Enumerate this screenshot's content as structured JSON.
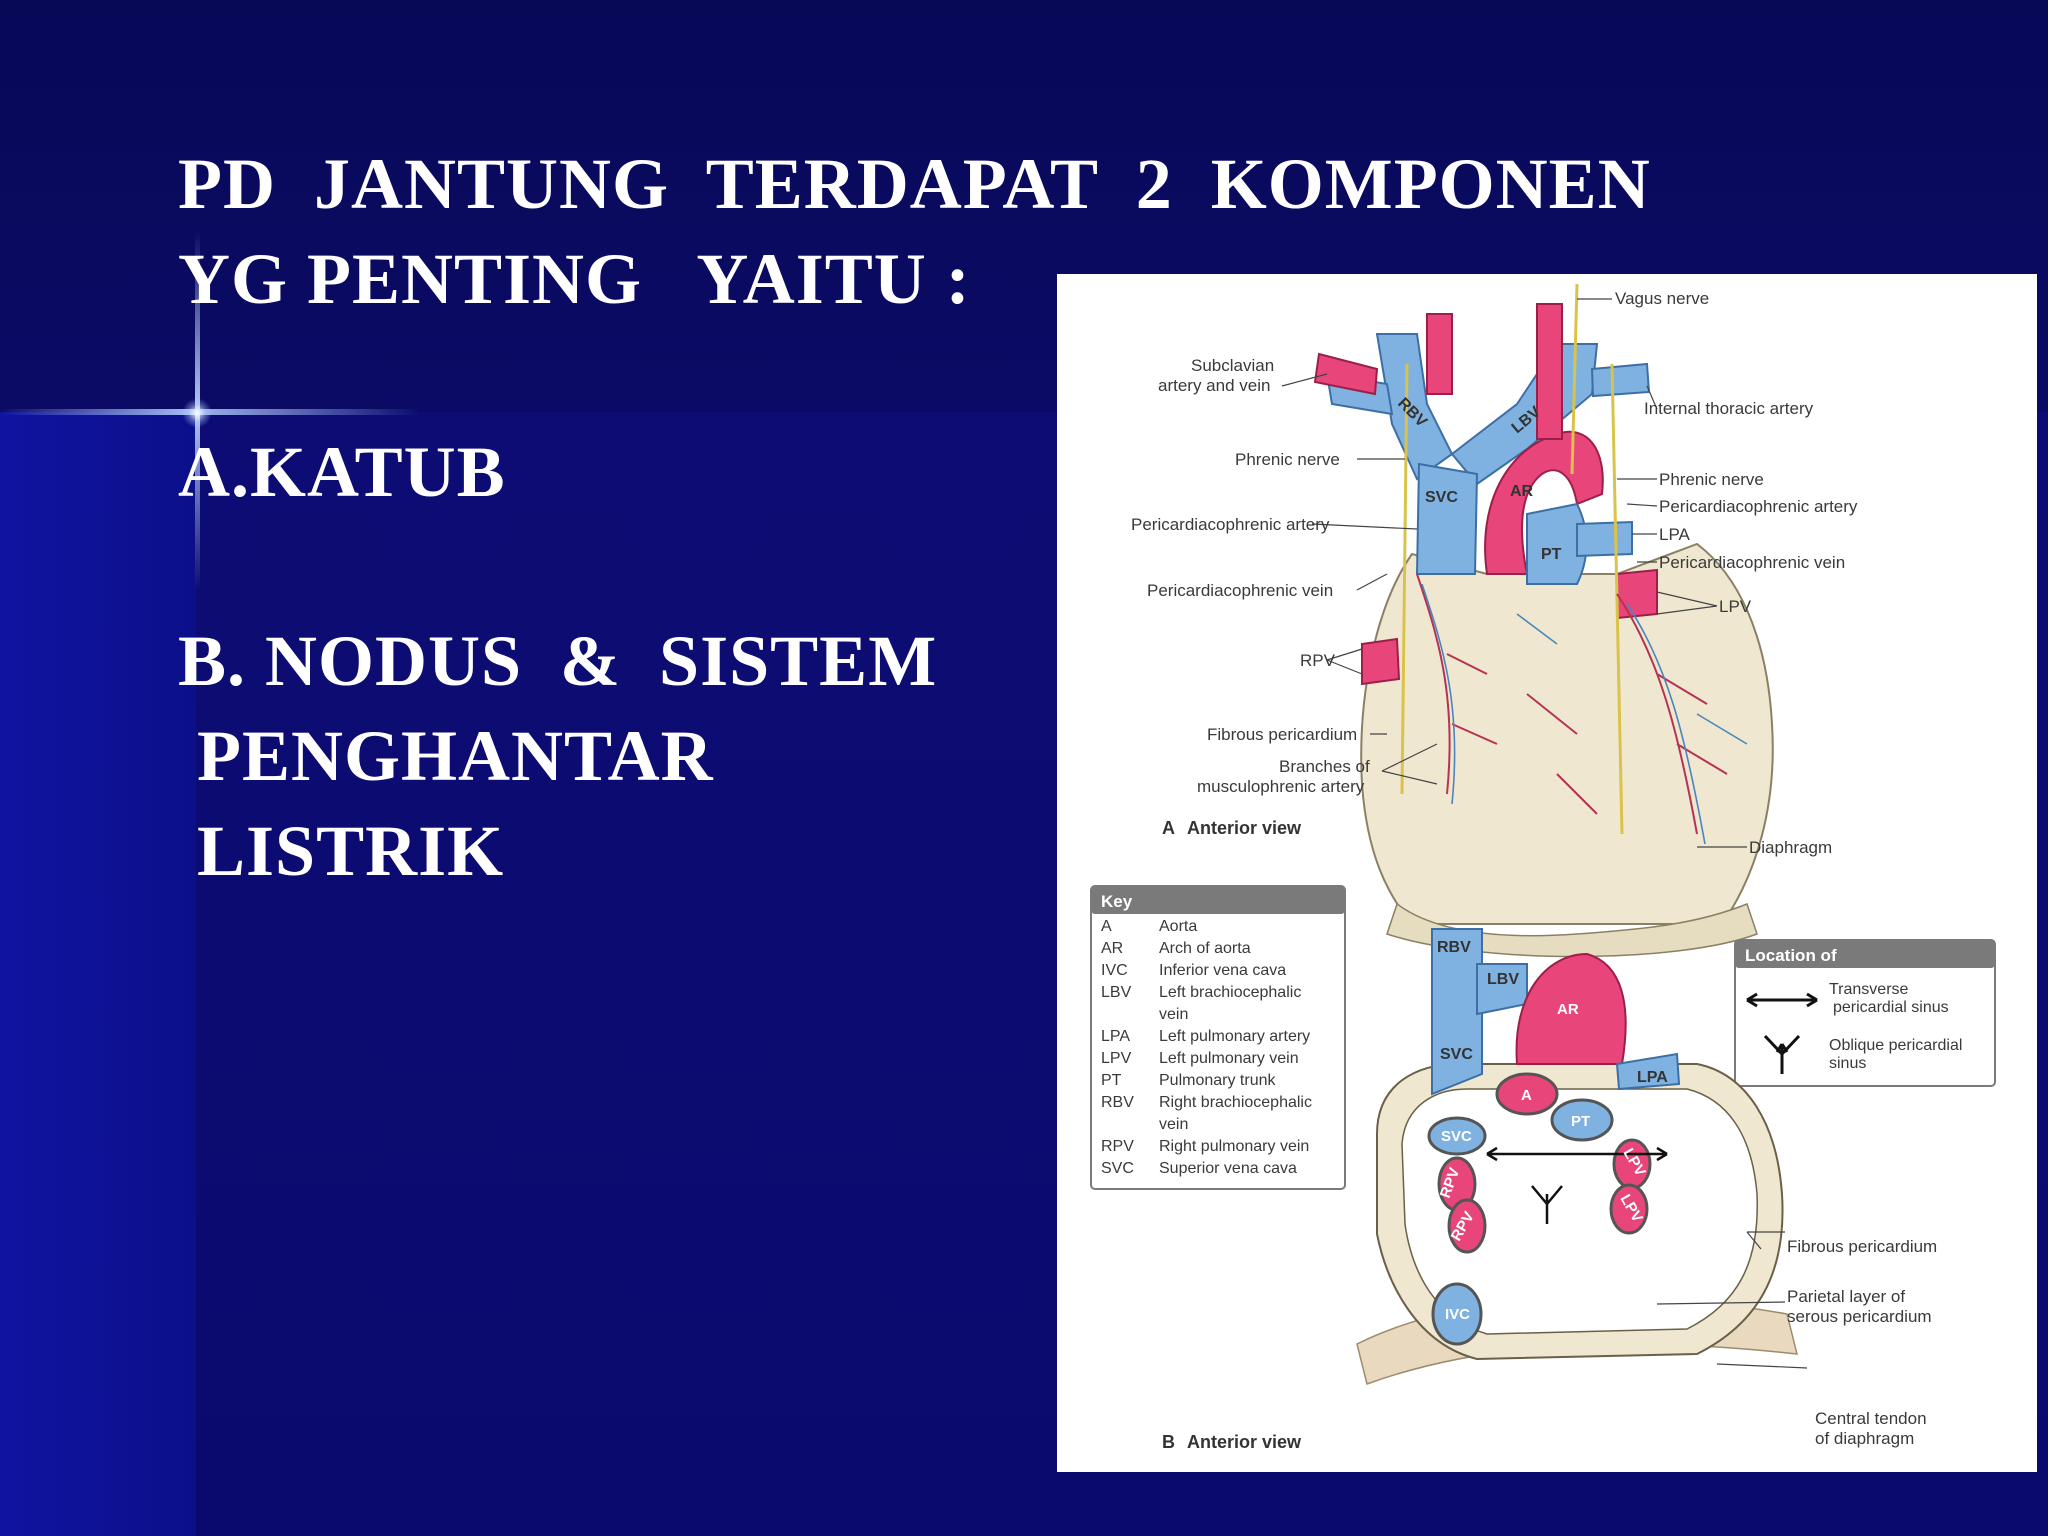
{
  "slide": {
    "title_line1": "PD  JANTUNG  TERDAPAT  2  KOMPONEN",
    "title_line2": "YG PENTING   YAITU :",
    "item_a": "A.KATUB",
    "item_b_line1": "B. NODUS  &  SISTEM",
    "item_b_line2": " PENGHANTAR",
    "item_b_line3": " LISTRIK"
  },
  "figure": {
    "labels_a": {
      "vagus": "Vagus nerve",
      "subclavian1": "Subclavian",
      "subclavian2": "artery and vein",
      "internal_thoracic": "Internal thoracic artery",
      "phrenic_left": "Phrenic nerve",
      "phrenic_right": "Phrenic nerve",
      "pericardiacophrenic_artery_right": "Pericardiacophrenic artery",
      "pericardiacophrenic_artery_left": "Pericardiacophrenic artery",
      "lpa": "LPA",
      "pericardiacophrenic_vein_right": "Pericardiacophrenic vein",
      "pericardiacophrenic_vein_left": "Pericardiacophrenic vein",
      "lpv": "LPV",
      "rpv": "RPV",
      "fibrous_pericardium": "Fibrous pericardium",
      "branches1": "Branches of",
      "branches2": "musculophrenic artery",
      "diaphragm": "Diaphragm",
      "rbv": "RBV",
      "lbv": "LBV",
      "svc": "SVC",
      "ar": "AR",
      "pt": "PT"
    },
    "caption_a_letter": "A",
    "caption_a": "Anterior view",
    "key": {
      "title": "Key",
      "entries": [
        {
          "abbr": "A",
          "meaning": "Aorta"
        },
        {
          "abbr": "AR",
          "meaning": "Arch of aorta"
        },
        {
          "abbr": "IVC",
          "meaning": "Inferior vena cava"
        },
        {
          "abbr": "LBV",
          "meaning": "Left brachiocephalic"
        },
        {
          "abbr": "",
          "meaning": "  vein"
        },
        {
          "abbr": "LPA",
          "meaning": "Left pulmonary artery"
        },
        {
          "abbr": "LPV",
          "meaning": "Left pulmonary vein"
        },
        {
          "abbr": "PT",
          "meaning": "Pulmonary trunk"
        },
        {
          "abbr": "RBV",
          "meaning": "Right brachiocephalic"
        },
        {
          "abbr": "",
          "meaning": "  vein"
        },
        {
          "abbr": "RPV",
          "meaning": "Right pulmonary vein"
        },
        {
          "abbr": "SVC",
          "meaning": "Superior vena cava"
        }
      ]
    },
    "location": {
      "title": "Location of",
      "transverse1": "Transverse",
      "transverse2": "pericardial sinus",
      "oblique1": "Oblique pericardial",
      "oblique2": "sinus"
    },
    "labels_b": {
      "rbv": "RBV",
      "lbv": "LBV",
      "ar": "AR",
      "svc": "SVC",
      "a": "A",
      "lpa": "LPA",
      "pt": "PT",
      "svc2": "SVC",
      "rpv1": "RPV",
      "rpv2": "RPV",
      "lpv1": "LPV",
      "lpv2": "LPV",
      "ivc": "IVC",
      "fibrous_pericardium": "Fibrous pericardium",
      "parietal1": "Parietal layer of",
      "parietal2": "serous pericardium",
      "central1": "Central tendon",
      "central2": "of diaphragm"
    },
    "caption_b_letter": "B",
    "caption_b": "Anterior view",
    "colors": {
      "vein": "#7fb2e0",
      "artery": "#e8457a",
      "pericardium": "#efe7cf",
      "key_header": "#7a7a7a"
    }
  }
}
